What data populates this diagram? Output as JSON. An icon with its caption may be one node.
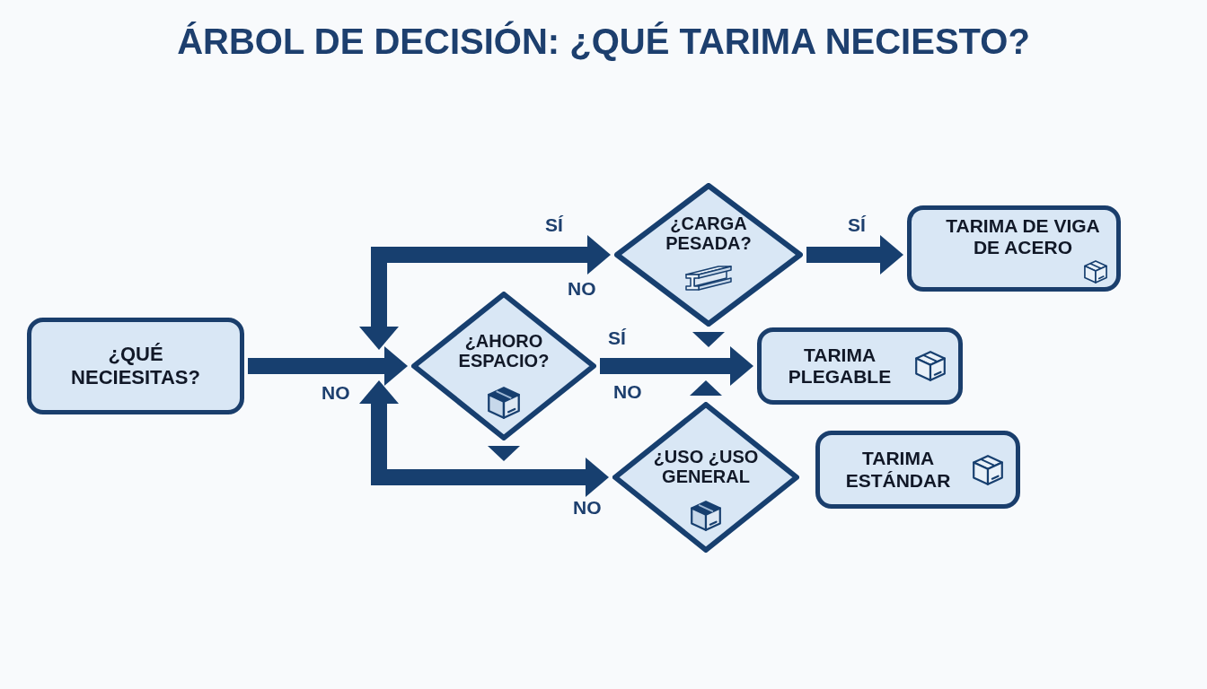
{
  "diagram": {
    "title": "ÁRBOL DE DECISIÓN: ¿QUÉ TARIMA NECIESTO?",
    "nodes": [
      {
        "text": [
          "¿QUÉ NECIESITAS?"
        ]
      },
      {
        "text": [
          "¿AHORO ESPACIO?"
        ]
      },
      {
        "text": [
          "¿CARGA PESADA?"
        ]
      },
      {
        "text": [
          "¿USO ¿USO GENERAL"
        ]
      },
      {
        "text": [
          "TARIMA DE VIGA DE ACERO"
        ]
      },
      {
        "text": [
          "TARIMA PLEGABLE"
        ]
      },
      {
        "text": [
          "TARIMA ESTÁNDAR"
        ]
      }
    ],
    "edges": [
      {
        "from": 0,
        "to": 1,
        "arrow": "to"
      },
      {
        "from": 1,
        "to": 2,
        "arrow": "both",
        "label": "SÍ"
      },
      {
        "from": 1,
        "to": 3,
        "arrow": "both",
        "label": "NO"
      },
      {
        "from": 1,
        "to": 5,
        "arrow": "to",
        "label": "SÍ"
      },
      {
        "from": 2,
        "to": 4,
        "arrow": "to",
        "label": "SÍ"
      }
    ],
    "labels": [
      "NO",
      "NO",
      "NO"
    ]
  }
}
